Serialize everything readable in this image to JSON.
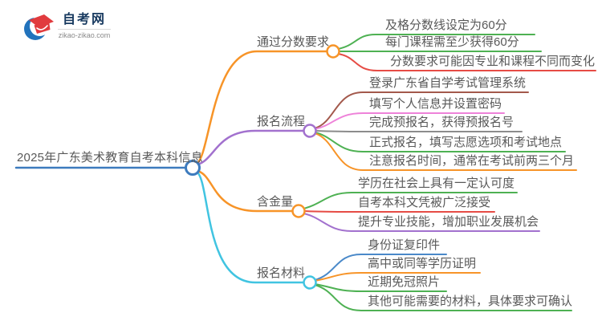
{
  "logo": {
    "site_name": "自考网",
    "site_url": "zikao-zikao.com",
    "brand_blue": "#2273BC",
    "brand_red": "#E13B3E",
    "name_color": "#17395F",
    "url_color": "#8A8A8A"
  },
  "mindmap": {
    "background": "#FFFFFF",
    "text_color": "#595959",
    "root": {
      "label": "2025年广东美术教育自考本科信息",
      "color": "#3D7BBE"
    },
    "branches": [
      {
        "label": "通过分数要求",
        "color": "#F79428",
        "children": [
          {
            "text": "及格分数线设定为60分",
            "color": "#4EB153"
          },
          {
            "text": "每门课程需至少获得60分",
            "color": "#4EB153"
          },
          {
            "text": "分数要求可能因专业和课程不同而变化",
            "color": "#E64C45"
          }
        ]
      },
      {
        "label": "报名流程",
        "color": "#A271CE",
        "children": [
          {
            "text": "登录广东省自学考试管理系统",
            "color": "#A3594C"
          },
          {
            "text": "填写个人信息并设置密码",
            "color": "#EE82D9"
          },
          {
            "text": "完成预报名，获得预报名号",
            "color": "#8C8C8C"
          },
          {
            "text": "正式报名，填写志愿选项和考试地点",
            "color": "#4EB153"
          },
          {
            "text": "注意报名时间，通常在考试前两三个月",
            "color": "#F79428"
          }
        ]
      },
      {
        "label": "含金量",
        "color": "#F79428",
        "children": [
          {
            "text": "学历在社会上具有一定认可度",
            "color": "#4EB153"
          },
          {
            "text": "自考本科文凭被广泛接受",
            "color": "#E64C45"
          },
          {
            "text": "提升专业技能，增加职业发展机会",
            "color": "#A271CE"
          }
        ]
      },
      {
        "label": "报名材料",
        "color": "#41C4E1",
        "children": [
          {
            "text": "身份证复印件",
            "color": "#4A89C9"
          },
          {
            "text": "高中或同等学历证明",
            "color": "#F79428"
          },
          {
            "text": "近期免冠照片",
            "color": "#4EB153"
          },
          {
            "text": "其他可能需要的材料，具体要求可确认",
            "color": "#4EB153"
          }
        ]
      }
    ]
  }
}
